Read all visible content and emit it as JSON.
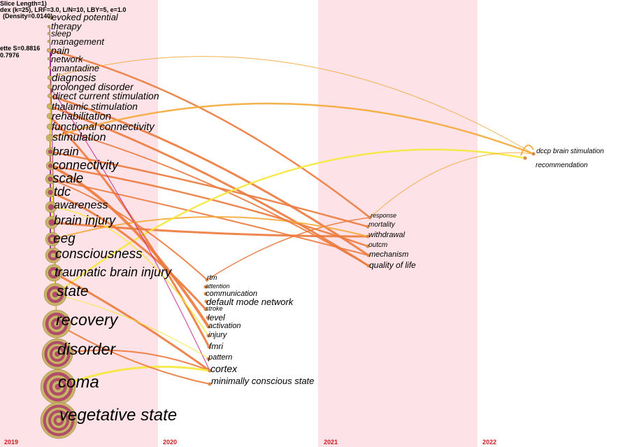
{
  "header": {
    "slice": "Slice Length=1)",
    "index": "dex (k=25), LRF=3.0, L/N=10, LBY=5, e=1.0",
    "density": "(Density=0.0140)",
    "silhouette": "ette S=0.8816",
    "modularity": "0.7976"
  },
  "years": [
    "2019",
    "2020",
    "2021",
    "2022"
  ],
  "colors": {
    "band": "#fde3e8",
    "year_label": "#d11a1a",
    "link_orange": "#ec7a3c",
    "link_yellow": "#f5e83a",
    "link_purple": "#a0208c"
  },
  "keywords_2019": [
    "evoked potential",
    "therapy",
    "sleep",
    "management",
    "pain",
    "network",
    "amantadine",
    "diagnosis",
    "prolonged disorder",
    "direct current stimulation",
    "thalamic stimulation",
    "rehabilitation",
    "functional connectivity",
    "stimulation",
    "brain",
    "connectivity",
    "scale",
    "tdc",
    "awareness",
    "brain injury",
    "eeg",
    "consciousness",
    "traumatic brain injury",
    "state",
    "recovery",
    "disorder",
    "coma",
    "vegetative state"
  ],
  "keywords_2020": [
    "rtm",
    "attention",
    "communication",
    "default mode network",
    "stroke",
    "level",
    "activation",
    "injury",
    "fmri",
    "pattern",
    "cortex",
    "minimally conscious state"
  ],
  "keywords_2021": [
    "response",
    "mortality",
    "withdrawal",
    "outcm",
    "mechanism",
    "quality of life"
  ],
  "keywords_2022": [
    "dccp brain stimulation",
    "recommendation"
  ]
}
